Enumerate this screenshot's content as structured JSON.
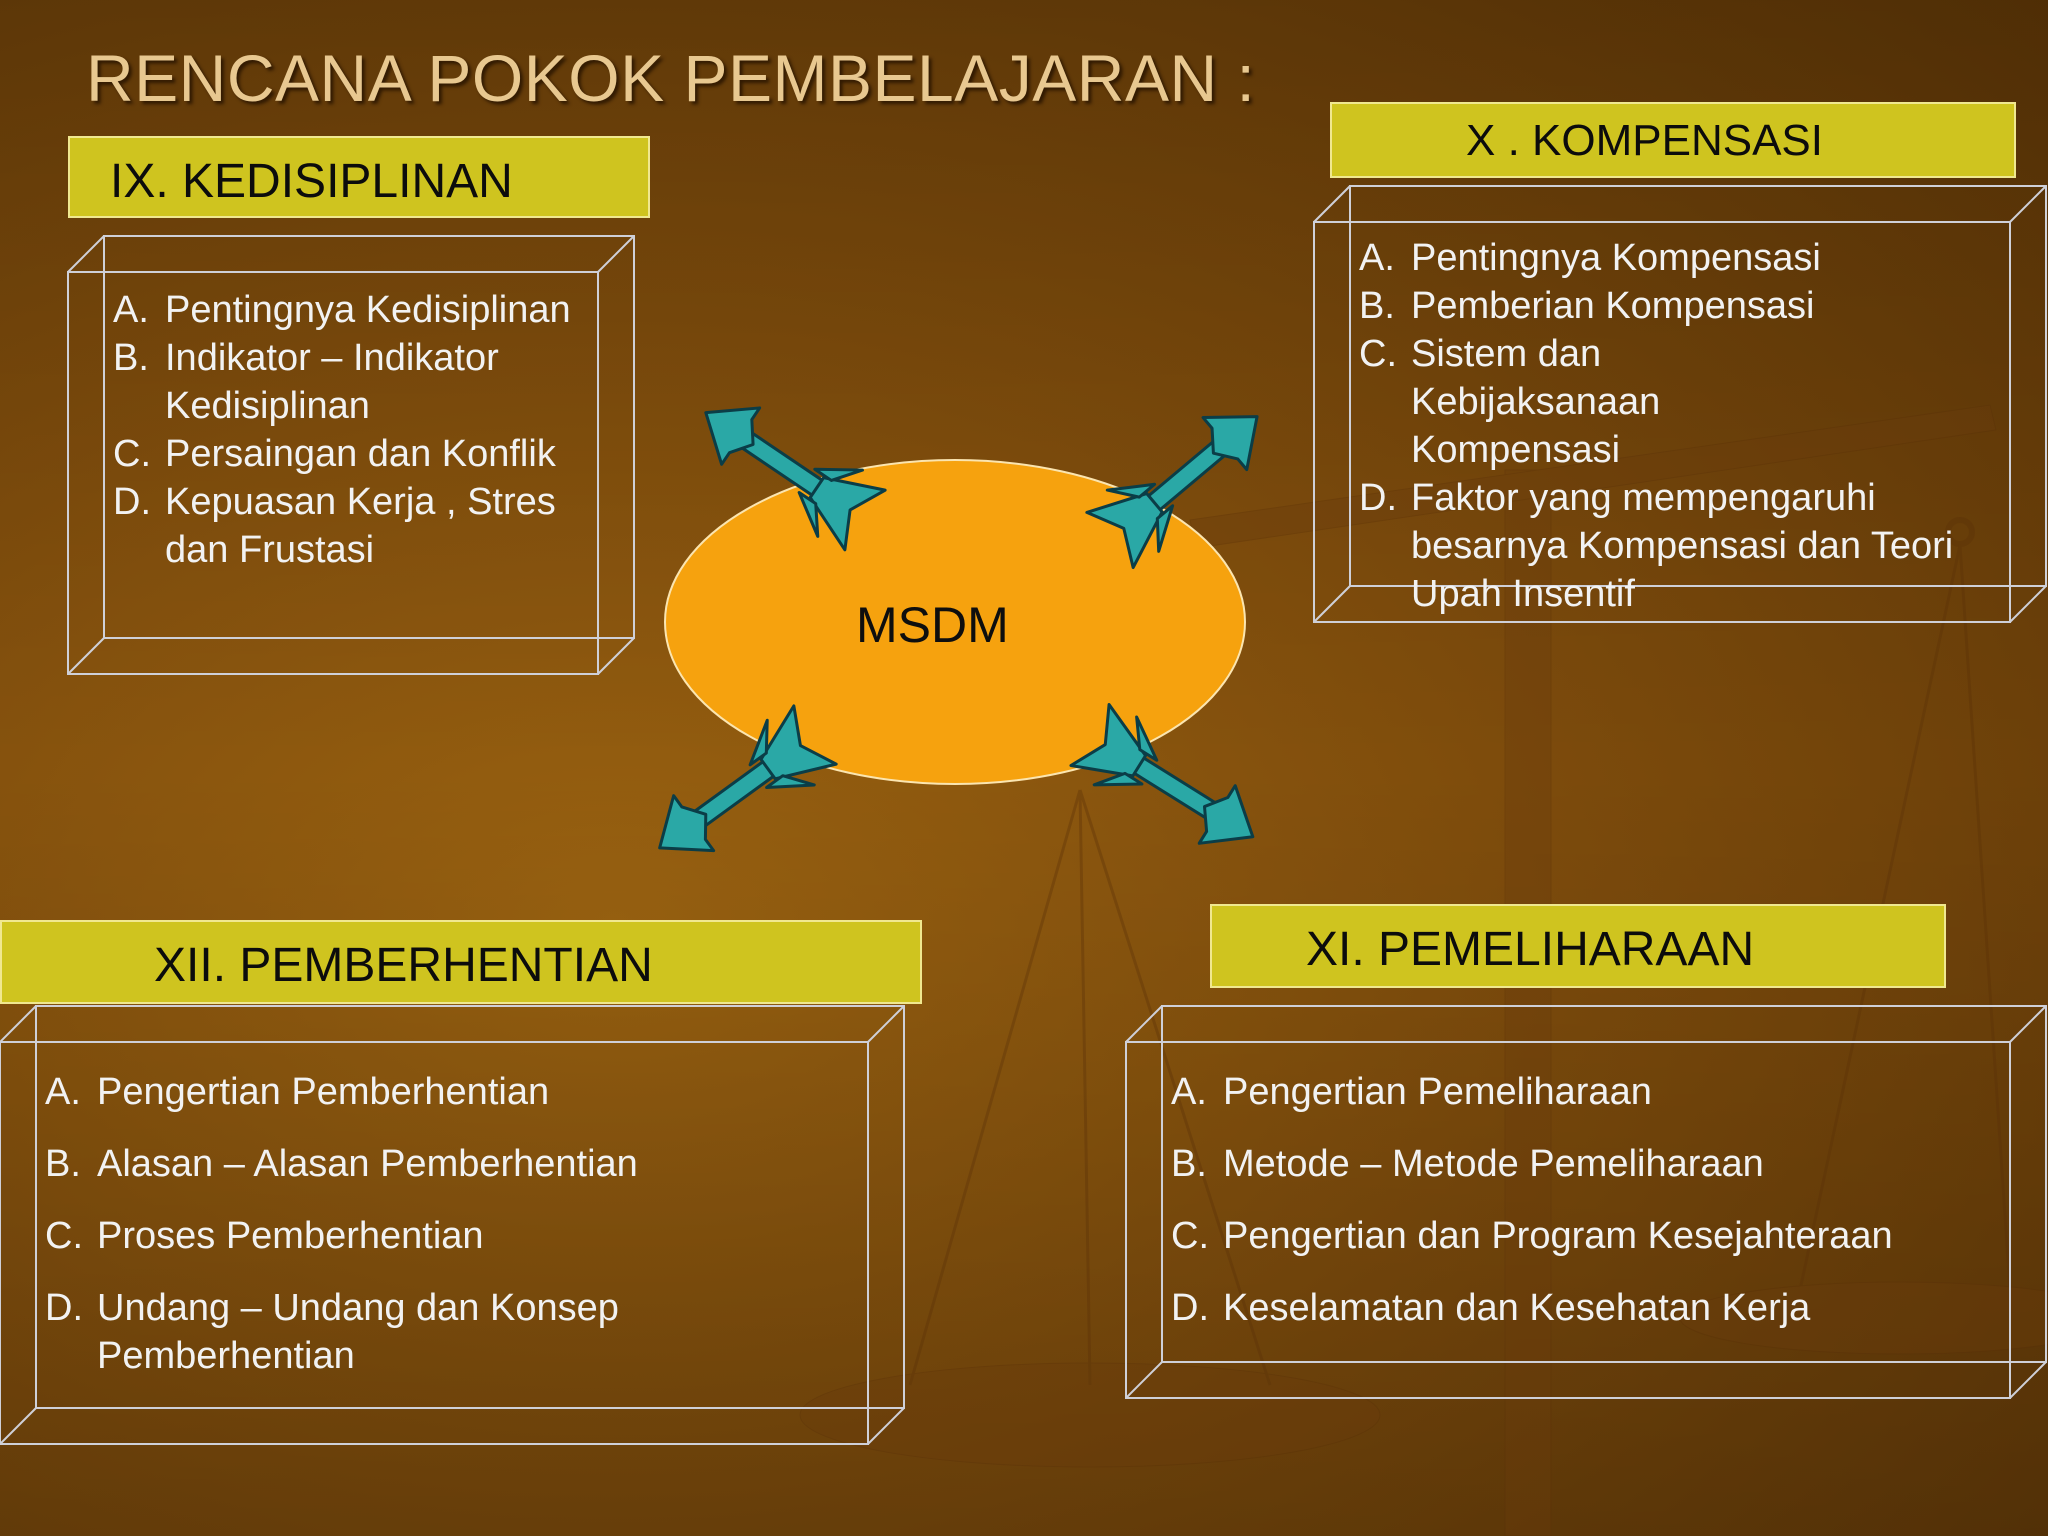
{
  "title": "RENCANA POKOK PEMBELAJARAN :",
  "center": "MSDM",
  "colors": {
    "header_fill": "#cfc41f",
    "ellipse_fill": "#f6a20e",
    "arrow_fill": "#2aa8a6",
    "text_light": "#f2f2f2",
    "title_text": "#e8c890"
  },
  "sections": {
    "kedisiplinan": {
      "heading": "IX. KEDISIPLINAN",
      "items": [
        {
          "letter": "A.",
          "text": "Pentingnya Kedisiplinan"
        },
        {
          "letter": "B.",
          "text": "Indikator – Indikator Kedisiplinan"
        },
        {
          "letter": "C.",
          "text": "Persaingan dan Konflik"
        },
        {
          "letter": "D.",
          "text": "Kepuasan Kerja , Stres dan Frustasi"
        }
      ]
    },
    "kompensasi": {
      "heading": "X . KOMPENSASI",
      "items": [
        {
          "letter": "A.",
          "text": "Pentingnya Kompensasi"
        },
        {
          "letter": "B.",
          "text": "Pemberian Kompensasi"
        },
        {
          "letter": "C.",
          "text": "Sistem dan Kebijaksanaan Kompensasi"
        },
        {
          "letter": "D.",
          "text": "Faktor yang mempengaruhi besarnya Kompensasi dan Teori Upah Insentif"
        }
      ]
    },
    "pemeliharaan": {
      "heading": "XI. PEMELIHARAAN",
      "items": [
        {
          "letter": "A.",
          "text": "Pengertian Pemeliharaan"
        },
        {
          "letter": "B.",
          "text": "Metode – Metode Pemeliharaan"
        },
        {
          "letter": "C.",
          "text": "Pengertian dan Program Kesejahteraan"
        },
        {
          "letter": "D.",
          "text": "Keselamatan dan Kesehatan Kerja"
        }
      ]
    },
    "pemberhentian": {
      "heading": "XII. PEMBERHENTIAN",
      "items": [
        {
          "letter": "A.",
          "text": "Pengertian Pemberhentian"
        },
        {
          "letter": "B.",
          "text": "Alasan – Alasan Pemberhentian"
        },
        {
          "letter": "C.",
          "text": "Proses Pemberhentian"
        },
        {
          "letter": "D.",
          "text": "Undang – Undang dan Konsep Pemberhentian"
        }
      ]
    }
  }
}
